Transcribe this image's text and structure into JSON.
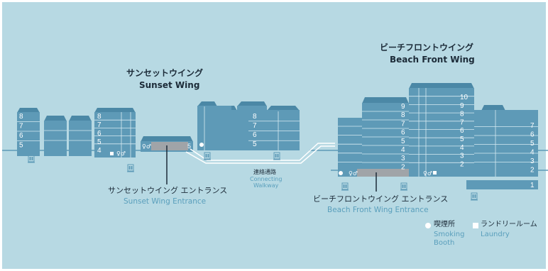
{
  "colors": {
    "background": "#b7d9e3",
    "building": "#5e9ab7",
    "building_dark": "#4b88a6",
    "window_line": "#d6eaf2",
    "entrance_gray": "#a0a4a8",
    "ground_line": "#5e9ab7",
    "walkway_white": "#ffffff",
    "text_dark": "#1c2b38",
    "text_blue": "#5a9fbc"
  },
  "icons": {
    "elevator": "elevator-icon",
    "restroom": "restroom-icon",
    "laundry": "laundry-square-icon",
    "smoking": "smoking-circle-icon"
  },
  "sunset_wing": {
    "title_jp": "サンセットウイング",
    "title_en": "Sunset Wing",
    "entrance_jp": "サンセットウイング エントランス",
    "entrance_en": "Sunset Wing Entrance",
    "block_a_floors": [
      "8",
      "7",
      "6",
      "5"
    ],
    "block_b_floors": [
      "8",
      "7",
      "6",
      "5",
      "4"
    ],
    "entrance_floor": "5",
    "block_c_floors": [
      "8",
      "7",
      "6",
      "5"
    ]
  },
  "walkway": {
    "label_jp": "連絡通路",
    "label_en_1": "Connecting",
    "label_en_2": "Walkway"
  },
  "beach_front_wing": {
    "title_jp": "ビーチフロントウイング",
    "title_en": "Beach Front Wing",
    "entrance_jp": "ビーチフロントウイング エントランス",
    "entrance_en": "Beach Front Wing Entrance",
    "left_floors": [
      "9",
      "8",
      "7",
      "6",
      "5",
      "4",
      "3",
      "2"
    ],
    "center_floors": [
      "10",
      "9",
      "8",
      "7",
      "6",
      "5",
      "4",
      "3",
      "2"
    ],
    "right_floors": [
      "7",
      "6",
      "5",
      "4",
      "3",
      "2"
    ],
    "bottom_floor": "1"
  },
  "legend": {
    "smoking_jp": "喫煙所",
    "smoking_en_1": "Smoking",
    "smoking_en_2": "Booth",
    "laundry_jp": "ランドリールーム",
    "laundry_en": "Laundry"
  }
}
